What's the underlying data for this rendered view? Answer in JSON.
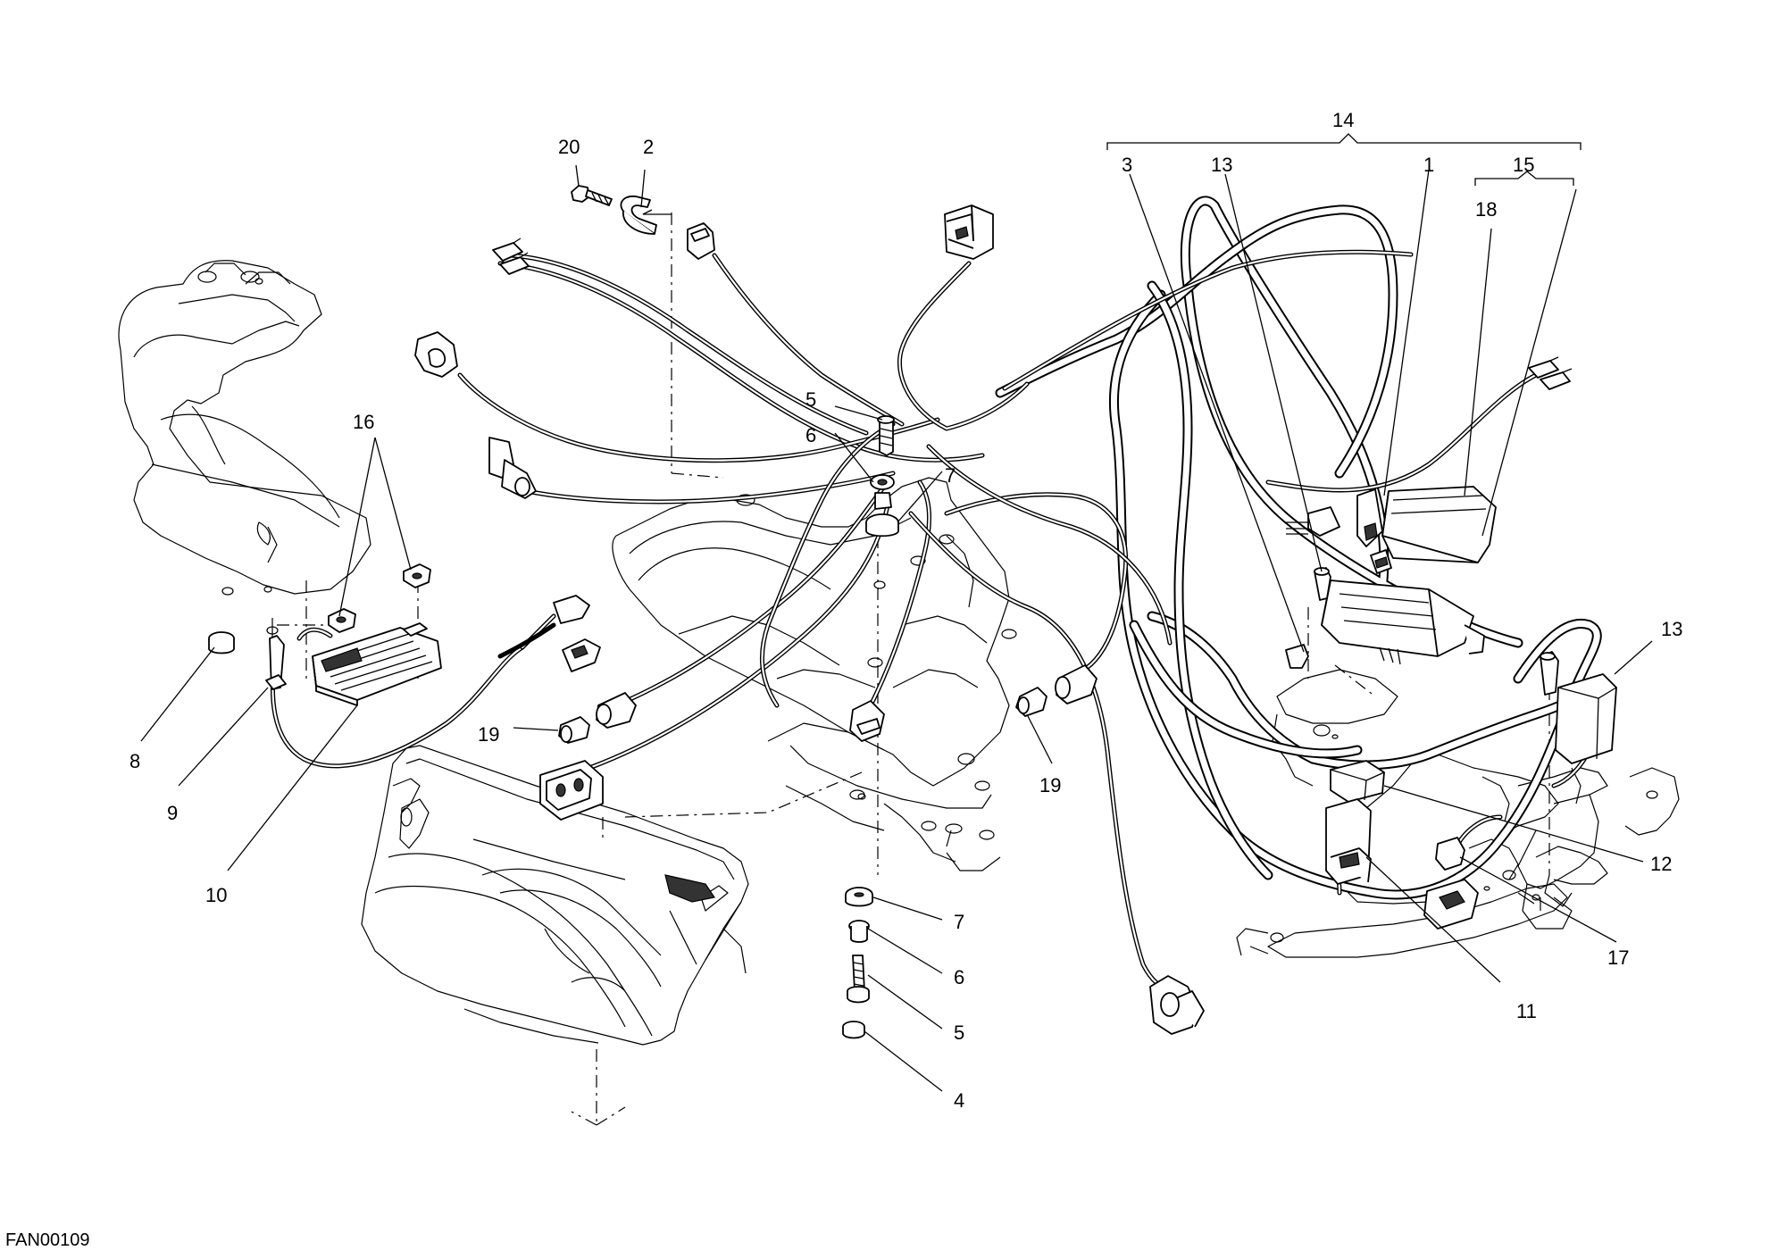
{
  "drawing_code": "FAN00109",
  "callouts": {
    "c1": "1",
    "c2": "2",
    "c3": "3",
    "c4": "4",
    "c5a": "5",
    "c5b": "5",
    "c6a": "6",
    "c6b": "6",
    "c7a": "7",
    "c7b": "7",
    "c8": "8",
    "c9": "9",
    "c10": "10",
    "c11": "11",
    "c12": "12",
    "c13a": "13",
    "c13b": "13",
    "c14": "14",
    "c15": "15",
    "c16": "16",
    "c17": "17",
    "c18": "18",
    "c19a": "19",
    "c19b": "19",
    "c20": "20"
  }
}
